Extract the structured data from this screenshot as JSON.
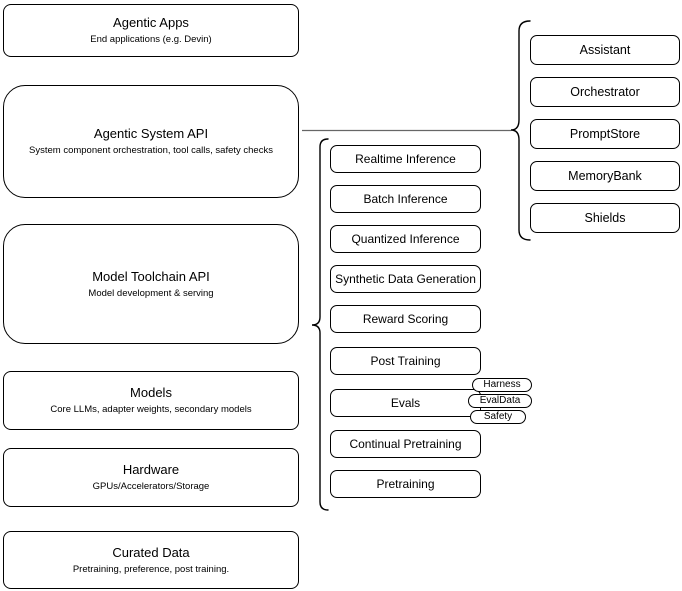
{
  "diagram": {
    "layers": [
      {
        "title": "Agentic Apps",
        "subtitle": "End applications (e.g. Devin)"
      },
      {
        "title": "Agentic System API",
        "subtitle": "System component orchestration, tool calls, safety checks"
      },
      {
        "title": "Model Toolchain API",
        "subtitle": "Model development & serving"
      },
      {
        "title": "Models",
        "subtitle": "Core LLMs, adapter weights, secondary models"
      },
      {
        "title": "Hardware",
        "subtitle": "GPUs/Accelerators/Storage"
      },
      {
        "title": "Curated Data",
        "subtitle": "Pretraining, preference, post training."
      }
    ],
    "toolchain_api_items": [
      "Realtime Inference",
      "Batch Inference",
      "Quantized Inference",
      "Synthetic Data Generation",
      "Reward Scoring",
      "Post Training",
      "Evals",
      "Continual Pretraining",
      "Pretraining"
    ],
    "eval_tags": [
      "Harness",
      "EvalData",
      "Safety"
    ],
    "system_api_items": [
      "Assistant",
      "Orchestrator",
      "PromptStore",
      "MemoryBank",
      "Shields"
    ],
    "colors": {
      "stroke": "#000000",
      "fill": "#ffffff",
      "text": "#000000",
      "connector": "#666666"
    }
  }
}
